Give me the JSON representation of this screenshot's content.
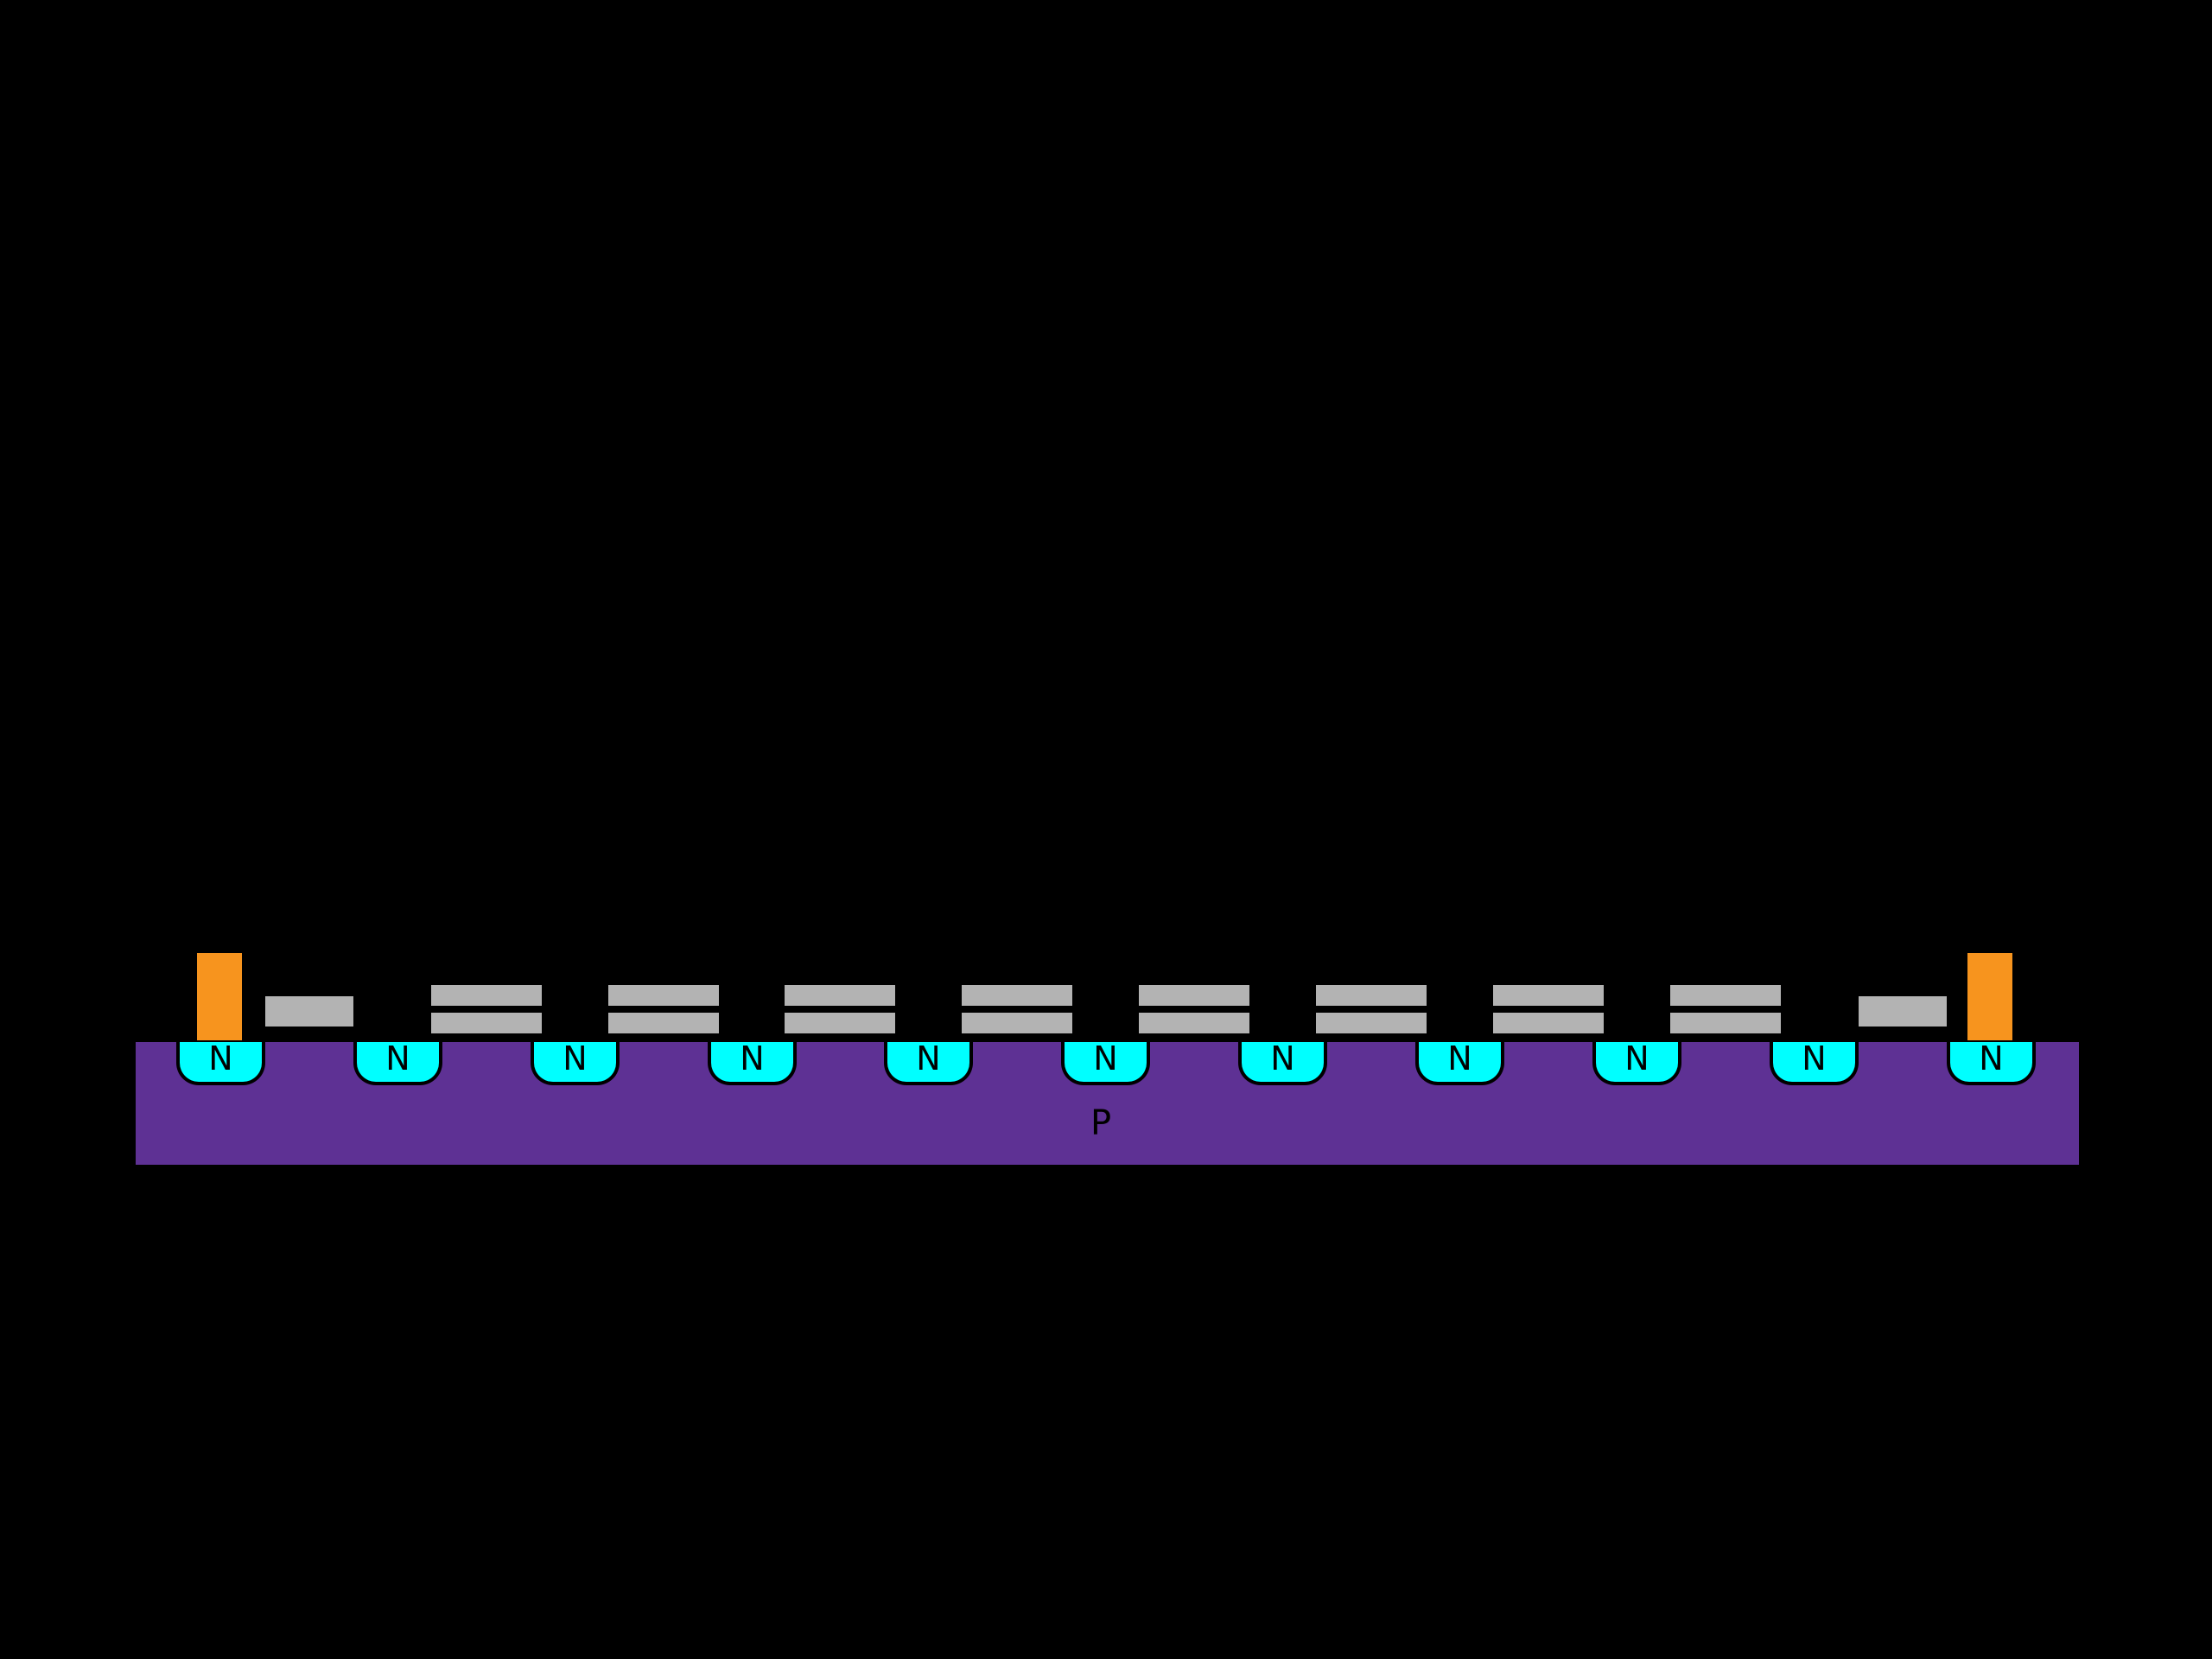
{
  "colors": {
    "background": "#000000",
    "substrate": "#5E3194",
    "well": "#00FFFF",
    "gate": "#B3B3B3",
    "contact": "#F7941E",
    "label": "#000000",
    "outline": "#000000"
  },
  "diagram": {
    "description": "semiconductor cross-section with P substrate, N wells, gate electrodes and metal contacts",
    "substrate": {
      "label": "P"
    },
    "wells": {
      "count": 11,
      "items": [
        {
          "label": "N"
        },
        {
          "label": "N"
        },
        {
          "label": "N"
        },
        {
          "label": "N"
        },
        {
          "label": "N"
        },
        {
          "label": "N"
        },
        {
          "label": "N"
        },
        {
          "label": "N"
        },
        {
          "label": "N"
        },
        {
          "label": "N"
        },
        {
          "label": "N"
        }
      ]
    },
    "contacts": {
      "count": 2
    },
    "gates": {
      "single_count": 2,
      "pair_count": 8
    }
  }
}
